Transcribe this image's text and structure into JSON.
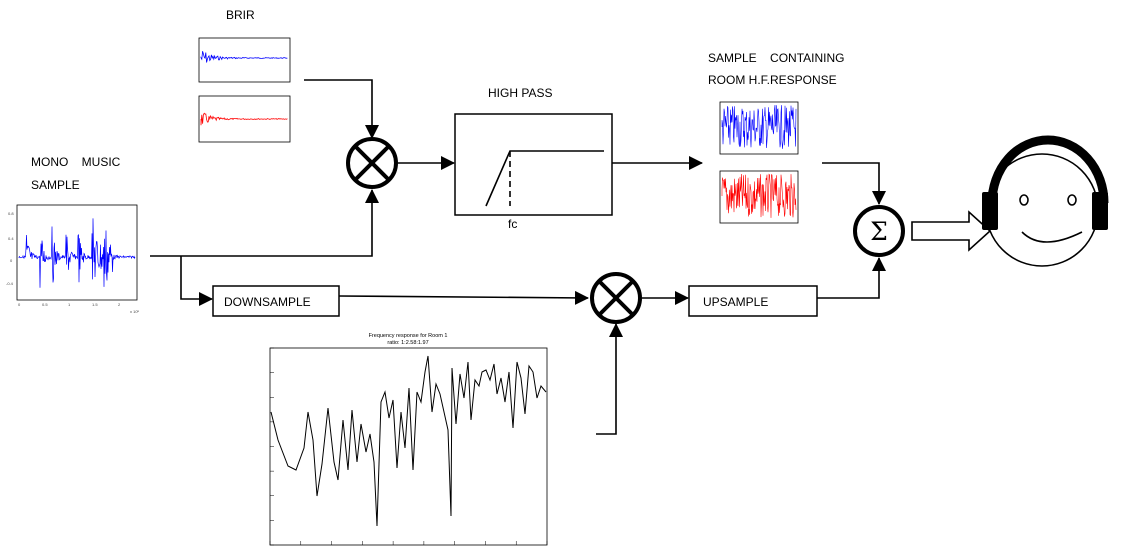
{
  "labels": {
    "brir": "BRIR",
    "high_pass": "HIGH PASS",
    "fc": "fc",
    "sample_line1": "SAMPLE    CONTAINING",
    "sample_line2": "ROOM H.F.RESPONSE",
    "mono_line1": "MONO    MUSIC",
    "mono_line2": "SAMPLE",
    "downsample": "DOWNSAMPLE",
    "upsample": "UPSAMPLE",
    "sum_symbol": "Σ"
  },
  "freq_plot": {
    "title_line1": "Frequency response for Room 1",
    "title_line2": "ratio: 1:2.58:1.97"
  },
  "colors": {
    "left_channel": "#0000ff",
    "right_channel": "#ff0000",
    "line": "#000000"
  }
}
